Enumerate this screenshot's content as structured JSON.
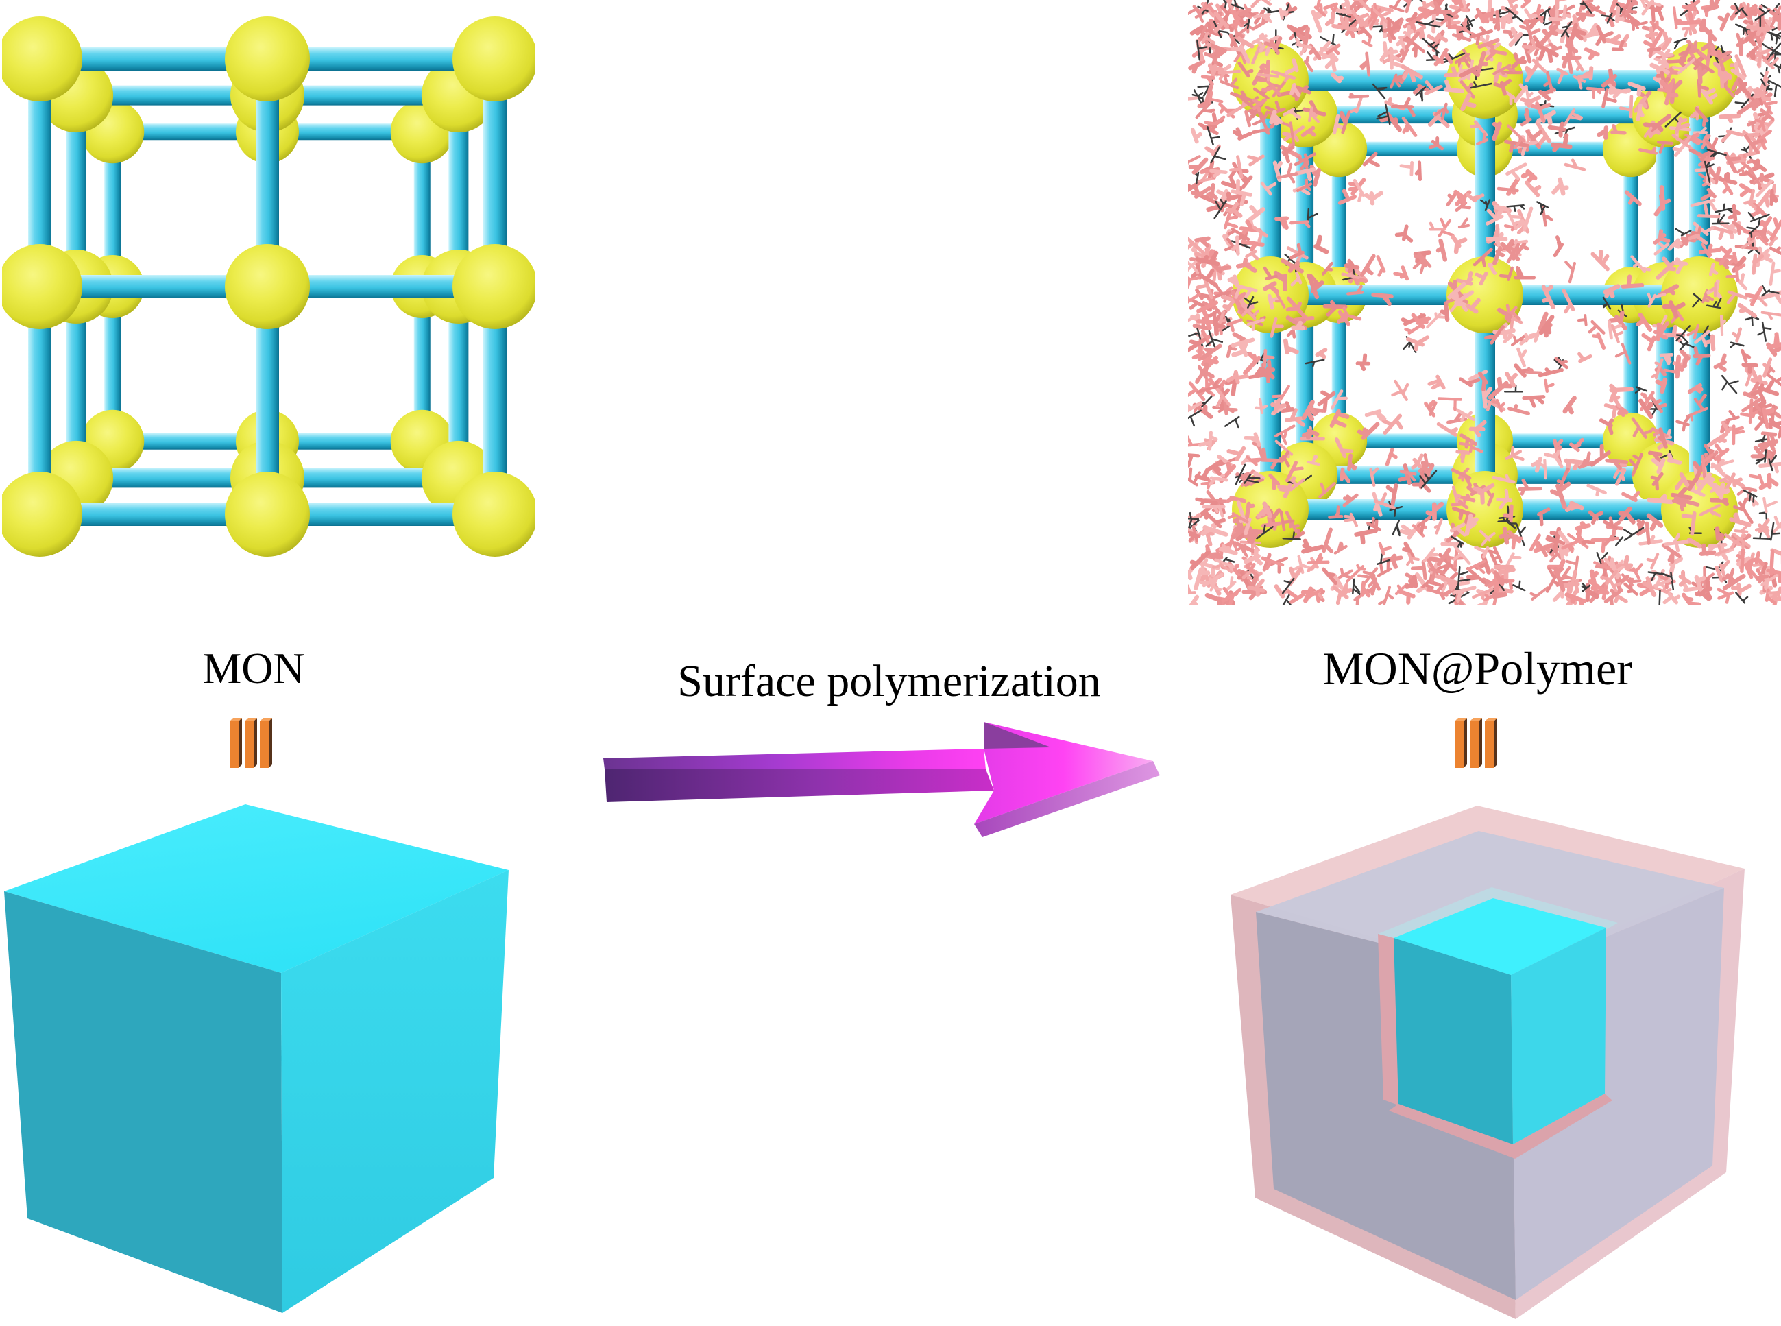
{
  "labels": {
    "left_structure": "MON",
    "process_arrow": "Surface polymerization",
    "right_structure": "MON@Polymer"
  },
  "icons": {
    "left_equivalence": "triple-bars-equivalence-icon",
    "right_equivalence": "triple-bars-equivalence-icon",
    "process": "3d-right-arrow-icon"
  },
  "colors": {
    "background": "#FFFFFF",
    "text": "#000000",
    "node_yellow": "#E9E93E",
    "linker_cyan": "#3CC9E8",
    "polymer_pink": "#EF9697",
    "polymer_shadow": "#3B3B3B",
    "arrow_bright_magenta": "#FF41F3",
    "arrow_dark_purple": "#4E2571",
    "bars_orange": "#EC8330",
    "bars_shadow_brown": "#56321B",
    "bars_highlight": "#F7A35C",
    "cube_top_cyan": "#3EE9FB",
    "cube_left_teal": "#2EA7BD",
    "cube_right_cyan": "#36D7EC",
    "shell_pink": "#E7C3CA",
    "shell_gray": "#BBBCD0",
    "core_top_cyan": "#3FF0FD",
    "core_left_teal": "#2EAFC4",
    "core_right_cyan": "#3DD7EA"
  }
}
